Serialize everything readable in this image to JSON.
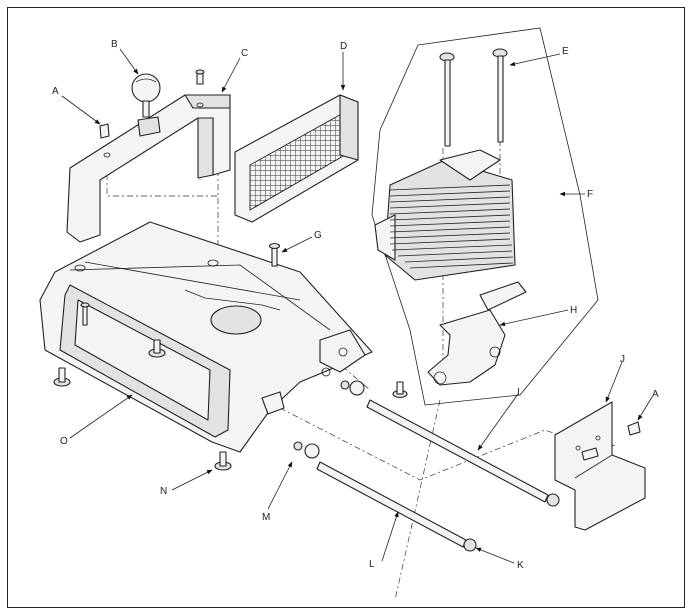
{
  "callouts": {
    "A": "A",
    "B": "B",
    "C": "C",
    "D": "D",
    "E": "E",
    "F": "F",
    "G": "G",
    "H": "H",
    "I": "I",
    "J": "J",
    "K": "K",
    "L": "L",
    "M": "M",
    "N": "N",
    "O": "O",
    "A2": "A"
  }
}
